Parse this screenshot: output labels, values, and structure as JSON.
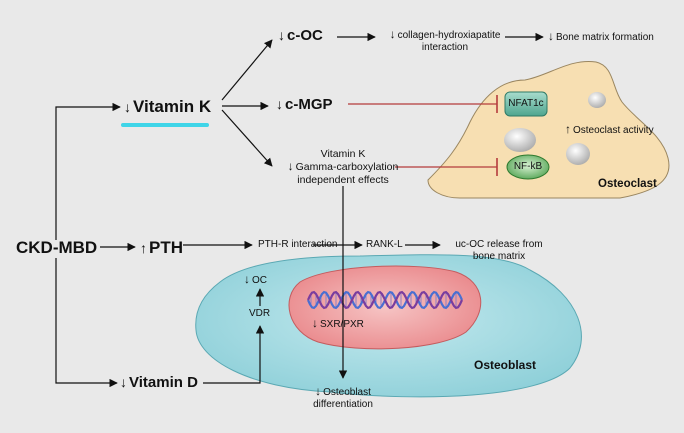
{
  "nodes": {
    "ckd_mbd": "CKD-MBD",
    "vitamin_k": "Vitamin K",
    "pth": "PTH",
    "vitamin_d": "Vitamin D",
    "c_oc": "c-OC",
    "c_mgp": "c-MGP",
    "gamma_line1": "Vitamin K",
    "gamma_line2": "Gamma-carboxylation",
    "gamma_line3": "independent effects",
    "collagen_line1": "collagen-hydroxiapatite",
    "collagen_line2": "interaction",
    "bone_matrix": "Bone matrix formation",
    "nfat1c": "NFAT1c",
    "nfkb": "NF-kB",
    "osteoclast_activity": "Osteoclast activity",
    "osteoclast": "Osteoclast",
    "pthr": "PTH-R interaction",
    "rankl": "RANK-L",
    "ucoc_line1": "uc-OC release from",
    "ucoc_line2": "bone matrix",
    "oc": "OC",
    "vdr": "VDR",
    "sxr": "SXR/PXR",
    "osteoblast": "Osteoblast",
    "diff_line1": "Osteoblast",
    "diff_line2": "differentiation"
  },
  "arrows": {
    "down": "↓",
    "up": "↑"
  },
  "colors": {
    "background": "#e9e9e9",
    "osteoclast_fill": "#f7dfb2",
    "osteoblast_fill": "#aadde3",
    "nucleus_fill": "#f1a4a6",
    "nfat_fill": "#7fc4b4",
    "nfkb_fill": "#8fcf8c",
    "inhibit_line": "#b43c3c",
    "vitk_underline": "#3fd5e8",
    "dna_a": "#4a6fd1",
    "dna_b": "#7a3d9e"
  }
}
